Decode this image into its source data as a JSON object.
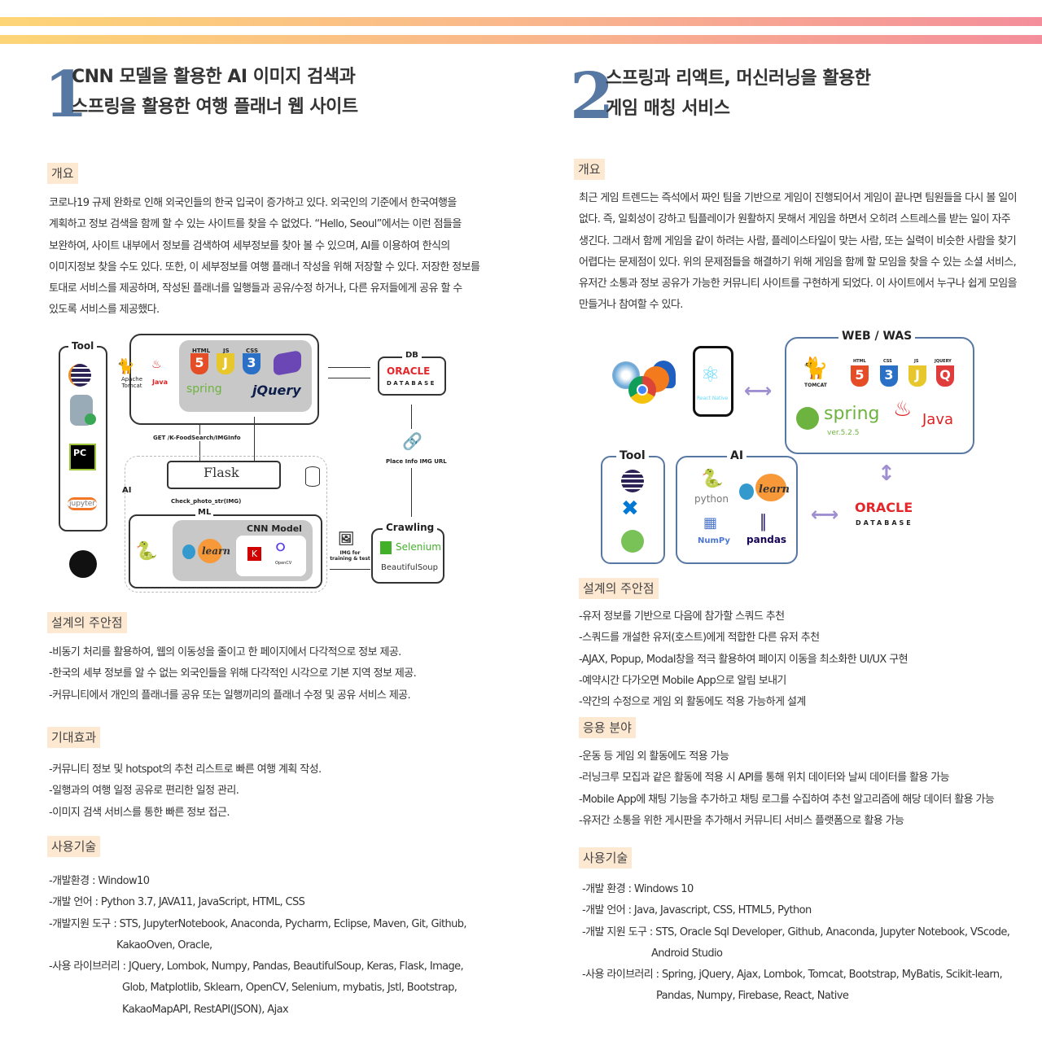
{
  "left": {
    "number": "1",
    "title": [
      "CNN 모델을 활용한 AI 이미지 검색과",
      "스프링을 활용한 여행 플래너 웹 사이트"
    ],
    "overview": {
      "heading": "개요",
      "lines": [
        " 코로나19 규제 완화로 인해 외국인들의 한국 입국이 증가하고 있다. 외국인의 기준에서 한국여행을",
        "계획하고 정보 검색을 함께 할 수 있는 사이트를 찾을 수 없었다. “Hello, Seoul”에서는 이런 점들을",
        "보완하여, 사이트 내부에서 정보를 검색하여 세부정보를 찾아 볼 수 있으며, AI를 이용하여 한식의",
        "이미지정보 찾을 수도 있다. 또한, 이 세부정보를 여행 플래너 작성을 위해 저장할 수 있다. 저장한 정보를",
        "토대로 서비스를 제공하며, 작성된 플래너를 일행들과 공유/수정 하거나, 다른 유저들에게 공유 할 수",
        "있도록 서비스를 제공했다."
      ]
    },
    "diagram": {
      "tool_label": "Tool",
      "tomcat": "Apache Tomcat",
      "java": "Java",
      "html": "HTML",
      "js": "JS",
      "css": "CSS",
      "spring": "spring",
      "jquery": "jQuery",
      "db_label": "DB",
      "oracle": "ORACLE",
      "database": "DATABASE",
      "get_label": "GET /K-FoodSearch/IMGInfo",
      "flask": "Flask",
      "ai_label": "AI",
      "check_label": "Check_photo_str(IMG)",
      "ml_label": "ML",
      "cnn_label": "CNN Model",
      "learn": "learn",
      "keras": "K",
      "opencv": "OpenCV",
      "place_label": "Place Info IMG URL",
      "img_label": "IMG for training & test",
      "crawling_label": "Crawling",
      "selenium": "Selenium",
      "bs": "BeautifulSoup",
      "pc": "PC",
      "jupyter": "jupyter"
    },
    "design": {
      "heading": "설계의 주안점",
      "lines": [
        "-비동기 처리를 활용하여, 웹의 이동성을 줄이고 한 페이지에서 다각적으로 정보 제공.",
        "-한국의 세부 정보를 알 수 없는 외국인들을 위해 다각적인 시각으로 기본 지역 정보 제공.",
        "-커뮤니티에서 개인의 플래너를 공유 또는 일행끼리의 플래너 수정 및 공유 서비스 제공."
      ]
    },
    "effects": {
      "heading": "기대효과",
      "lines": [
        "-커뮤니티 정보 및 hotspot의 추천 리스트로 빠른 여행 계획 작성.",
        "-일행과의 여행 일정 공유로 편리한 일정 관리.",
        "-이미지 검색 서비스를 통한 빠른 정보 접근."
      ]
    },
    "tech": {
      "heading": "사용기술",
      "lines": [
        "-개발환경 : Window10",
        "-개발 언어 : Python 3.7, JAVA11, JavaScript, HTML, CSS",
        "-개발지원  도구 : STS, JupyterNotebook, Anaconda, Pycharm, Eclipse, Maven, Git, Github,",
        "KakaoOven, Oracle,",
        "-사용 라이브러리 : JQuery, Lombok, Numpy, Pandas, BeautifulSoup, Keras, Flask, Image,",
        "Glob, Matplotlib, Sklearn, OpenCV, Selenium, mybatis, Jstl, Bootstrap,",
        "KakaoMapAPI, RestAPI(JSON), Ajax"
      ]
    }
  },
  "right": {
    "number": "2",
    "title": [
      "스프링과 리액트, 머신러닝을 활용한",
      "게임 매칭 서비스"
    ],
    "overview": {
      "heading": "개요",
      "lines": [
        " 최근 게임 트렌드는 즉석에서 짜인 팀을 기반으로 게임이 진행되어서 게임이 끝나면 팀원들을 다시 볼 일이",
        "없다. 즉, 일회성이 강하고 팀플레이가 원활하지 못해서 게임을 하면서 오히려 스트레스를 받는 일이 자주",
        "생긴다. 그래서 함께 게임을 같이 하려는 사람, 플레이스타일이 맞는 사람, 또는 실력이 비슷한 사람을 찾기",
        "어렵다는 문제점이 있다. 위의 문제점들을 해결하기 위해 게임을 함께 할 모임을 찾을 수 있는 소셜 서비스,",
        "유저간 소통과 정보 공유가 가능한 커뮤니티 사이트를 구현하게 되었다. 이 사이트에서 누구나 쉽게 모임을",
        "만들거나 참여할 수 있다."
      ]
    },
    "diagram": {
      "web_was": "WEB / WAS",
      "tomcat": "TOMCAT",
      "html": "HTML",
      "css": "CSS",
      "js": "JS",
      "jquery": "JQUERY",
      "spring": "spring",
      "spring_ver": "ver.5.2.5",
      "java": "Java",
      "react_native": "React Native",
      "tool_label": "Tool",
      "ai_label": "AI",
      "python": "python",
      "learn": "learn",
      "numpy": "NumPy",
      "pandas": "pandas",
      "oracle": "ORACLE",
      "database": "DATABASE"
    },
    "design": {
      "heading": "설계의 주안점",
      "lines": [
        "-유저 정보를 기반으로 다음에 참가할 스쿼드 추천",
        "-스쿼드를 개설한 유저(호스트)에게 적합한 다른 유저 추천",
        "-AJAX, Popup, Modal창을 적극 활용하여 페이지 이동을 최소화한 UI/UX 구현",
        "-예약시간 다가오면 Mobile App으로 알림 보내기",
        "-약간의 수정으로 게임 외 활동에도 적용 가능하게 설계"
      ]
    },
    "applications": {
      "heading": "응용 분야",
      "lines": [
        "-운동 등 게임 외 활동에도 적용 가능",
        "-러닝크루 모집과 같은 활동에 적용 시 API를 통해 위치 데이터와 날씨 데이터를 활용 가능",
        "-Mobile App에 채팅 기능을 추가하고 채팅 로그를 수집하여 추천 알고리즘에 해당 데이터 활용 가능",
        "-유저간 소통을 위한 게시판을 추가해서 커뮤니티 서비스 플랫폼으로 활용 가능"
      ]
    },
    "tech": {
      "heading": "사용기술",
      "lines": [
        "-개발 환경 : Windows 10",
        "-개발 언어 : Java, Javascript, CSS, HTML5, Python",
        "-개발 지원 도구 : STS, Oracle Sql Developer, Github, Anaconda, Jupyter Notebook, VScode,",
        "Android Studio",
        "-사용 라이브러리 : Spring, jQuery, Ajax, Lombok, Tomcat, Bootstrap, MyBatis, Scikit-learn,",
        "Pandas, Numpy, Firebase, React, Native"
      ]
    }
  },
  "colors": {
    "accent": "#5878a4",
    "tag_bg": "#fde8d2",
    "stripe_start": "#fdd577",
    "stripe_end": "#f48e9b"
  }
}
